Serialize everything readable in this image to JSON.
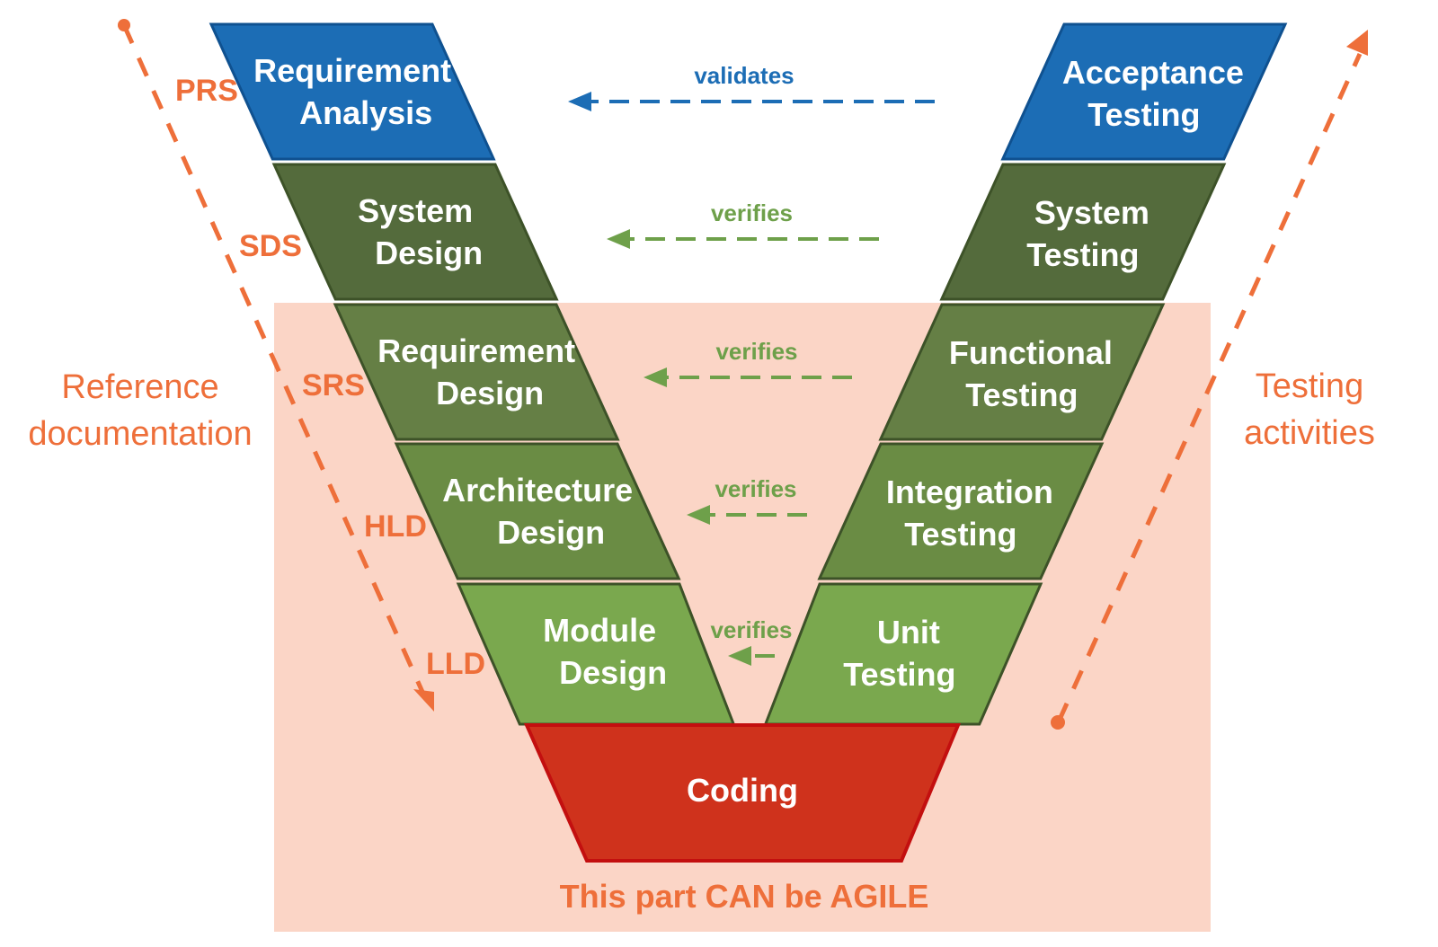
{
  "colors": {
    "blue": "#1c6db5",
    "blue_border": "#0f5190",
    "green_dark": "#546b3c",
    "green_mid": "#657f45",
    "green_mid2": "#6a8c44",
    "green_light": "#7aa84e",
    "green_border": "#3d5228",
    "red": "#cf321c",
    "red_border": "#c30f0f",
    "orange": "#ee6f3a",
    "pink_bg": "#fbd5c6",
    "verify_green": "#6ea04a",
    "validate_blue": "#1c6db5"
  },
  "left_phases": [
    {
      "line1": "Requirement",
      "line2": "Analysis",
      "doc": "PRS",
      "level": "blue"
    },
    {
      "line1": "System",
      "line2": "Design",
      "doc": "SDS",
      "level": "green_dark"
    },
    {
      "line1": "Requirement",
      "line2": "Design",
      "doc": "SRS",
      "level": "green_mid"
    },
    {
      "line1": "Architecture",
      "line2": "Design",
      "doc": "HLD",
      "level": "green_mid2"
    },
    {
      "line1": "Module",
      "line2": "Design",
      "doc": "LLD",
      "level": "green_light"
    }
  ],
  "right_phases": [
    {
      "line1": "Acceptance",
      "line2": "Testing",
      "level": "blue"
    },
    {
      "line1": "System",
      "line2": "Testing",
      "level": "green_dark"
    },
    {
      "line1": "Functional",
      "line2": "Testing",
      "level": "green_mid"
    },
    {
      "line1": "Integration",
      "line2": "Testing",
      "level": "green_mid2"
    },
    {
      "line1": "Unit",
      "line2": "Testing",
      "level": "green_light"
    }
  ],
  "relations": [
    {
      "label": "validates",
      "kind": "validate"
    },
    {
      "label": "verifies",
      "kind": "verify"
    },
    {
      "label": "verifies",
      "kind": "verify"
    },
    {
      "label": "verifies",
      "kind": "verify"
    },
    {
      "label": "verifies",
      "kind": "verify"
    }
  ],
  "coding": {
    "label": "Coding"
  },
  "side_labels": {
    "left_line1": "Reference",
    "left_line2": "documentation",
    "right_line1": "Testing",
    "right_line2": "activities"
  },
  "agile_note": "This part CAN be AGILE"
}
